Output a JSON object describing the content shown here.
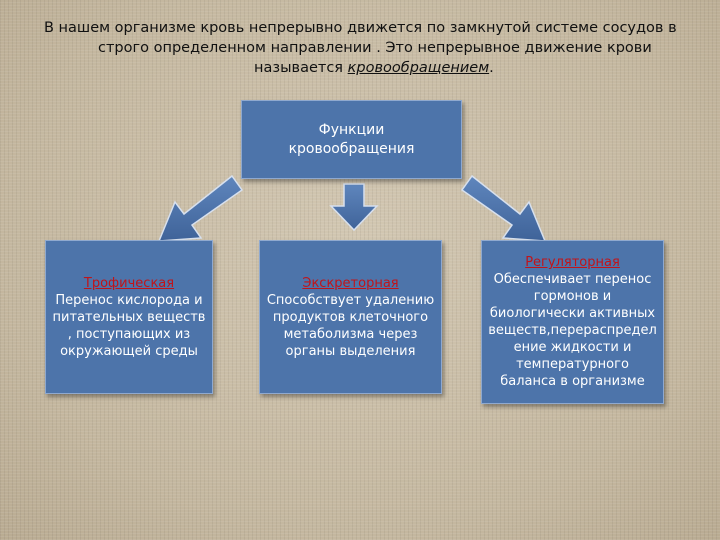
{
  "heading": {
    "line1": "В нашем организме кровь непрерывно движется по замкнутой системе сосудов в",
    "line2": "строго определенном направлении . Это непрерывное движение крови",
    "line3_prefix": "называется ",
    "line3_term": "кровообращением",
    "line3_suffix": "."
  },
  "center": {
    "line1": "Функции",
    "line2": "кровообращения"
  },
  "functions": [
    {
      "title": "Трофическая",
      "lines": [
        "Перенос кислорода и",
        "питательных  веществ",
        ", поступающих из",
        "окружающей среды"
      ]
    },
    {
      "title": "Экскреторная",
      "lines": [
        "Способствует удалению",
        "продуктов клеточного",
        "метаболизма через",
        "органы выделения"
      ]
    },
    {
      "title": "Регуляторная",
      "lines": [
        "Обеспечивает перенос",
        "гормонов и",
        "биологически активных",
        "веществ,перераспредел",
        "ение жидкости и",
        "температурного",
        "баланса в организме"
      ]
    }
  ],
  "colors": {
    "box_fill": "#4d74aa",
    "title_red": "#c0141a",
    "background": "#c9bda6"
  }
}
